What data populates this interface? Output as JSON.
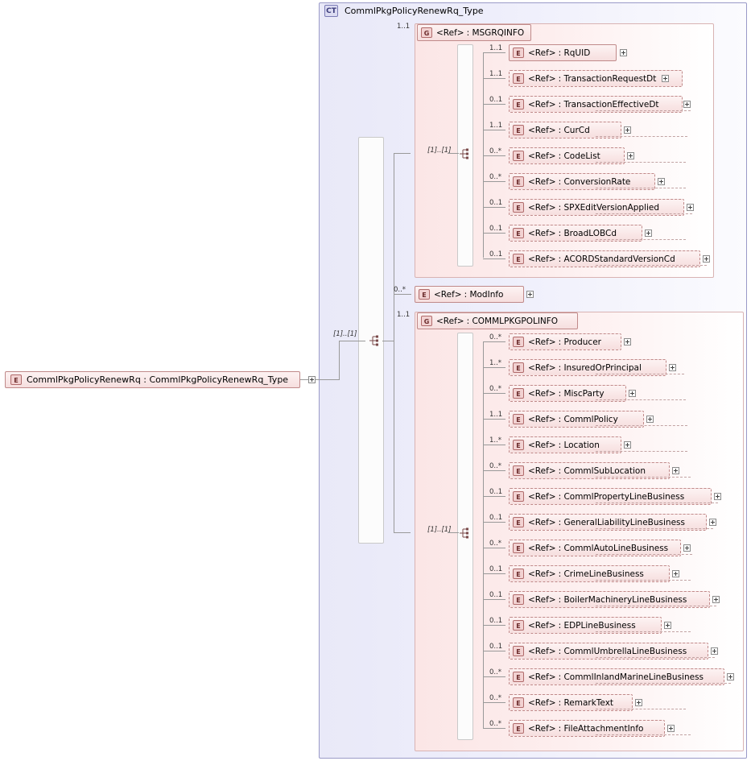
{
  "diagram": {
    "title": "CommlPkgPolicyRenewRq_Type",
    "ct_tag": "CT",
    "root": {
      "tag": "E",
      "label": "CommlPkgPolicyRenewRq  :  CommlPkgPolicyRenewRq_Type",
      "occurrence": ""
    },
    "sequence_occurrence": "[1]..[1]",
    "ref_label": "<Ref>",
    "groups": [
      {
        "id": "msgrqinfo",
        "tag": "G",
        "ref": "<Ref>",
        "name": ": MSGRQINFO",
        "occurrence": "1..1",
        "sequence_occurrence": "[1]..[1]",
        "children": [
          {
            "tag": "E",
            "ref": "<Ref>",
            "name": ": RqUID",
            "occurrence": "1..1",
            "style": "solid"
          },
          {
            "tag": "E",
            "ref": "<Ref>",
            "name": ": TransactionRequestDt",
            "occurrence": "1..1",
            "style": "dashed"
          },
          {
            "tag": "E",
            "ref": "<Ref>",
            "name": ": TransactionEffectiveDt",
            "occurrence": "0..1",
            "style": "dashed"
          },
          {
            "tag": "E",
            "ref": "<Ref>",
            "name": ": CurCd",
            "occurrence": "1..1",
            "style": "dashed"
          },
          {
            "tag": "E",
            "ref": "<Ref>",
            "name": ": CodeList",
            "occurrence": "0..*",
            "style": "dashed"
          },
          {
            "tag": "E",
            "ref": "<Ref>",
            "name": ": ConversionRate",
            "occurrence": "0..*",
            "style": "dashed"
          },
          {
            "tag": "E",
            "ref": "<Ref>",
            "name": ": SPXEditVersionApplied",
            "occurrence": "0..1",
            "style": "dashed"
          },
          {
            "tag": "E",
            "ref": "<Ref>",
            "name": ": BroadLOBCd",
            "occurrence": "0..1",
            "style": "dashed"
          },
          {
            "tag": "E",
            "ref": "<Ref>",
            "name": ": ACORDStandardVersionCd",
            "occurrence": "0..1",
            "style": "dashed"
          }
        ]
      },
      {
        "id": "commlpkgpolinfo",
        "tag": "G",
        "ref": "<Ref>",
        "name": ": COMMLPKGPOLINFO",
        "occurrence": "1..1",
        "sequence_occurrence": "[1]..[1]",
        "children": [
          {
            "tag": "E",
            "ref": "<Ref>",
            "name": ": Producer",
            "occurrence": "0..*",
            "style": "dashed"
          },
          {
            "tag": "E",
            "ref": "<Ref>",
            "name": ": InsuredOrPrincipal",
            "occurrence": "1..*",
            "style": "dashed"
          },
          {
            "tag": "E",
            "ref": "<Ref>",
            "name": ": MiscParty",
            "occurrence": "0..*",
            "style": "dashed"
          },
          {
            "tag": "E",
            "ref": "<Ref>",
            "name": ": CommlPolicy",
            "occurrence": "1..1",
            "style": "dashed"
          },
          {
            "tag": "E",
            "ref": "<Ref>",
            "name": ": Location",
            "occurrence": "1..*",
            "style": "dashed"
          },
          {
            "tag": "E",
            "ref": "<Ref>",
            "name": ": CommlSubLocation",
            "occurrence": "0..*",
            "style": "dashed"
          },
          {
            "tag": "E",
            "ref": "<Ref>",
            "name": ": CommlPropertyLineBusiness",
            "occurrence": "0..1",
            "style": "dashed"
          },
          {
            "tag": "E",
            "ref": "<Ref>",
            "name": ": GeneralLiabilityLineBusiness",
            "occurrence": "0..1",
            "style": "dashed"
          },
          {
            "tag": "E",
            "ref": "<Ref>",
            "name": ": CommlAutoLineBusiness",
            "occurrence": "0..*",
            "style": "dashed"
          },
          {
            "tag": "E",
            "ref": "<Ref>",
            "name": ": CrimeLineBusiness",
            "occurrence": "0..1",
            "style": "dashed"
          },
          {
            "tag": "E",
            "ref": "<Ref>",
            "name": ": BoilerMachineryLineBusiness",
            "occurrence": "0..1",
            "style": "dashed"
          },
          {
            "tag": "E",
            "ref": "<Ref>",
            "name": ": EDPLineBusiness",
            "occurrence": "0..1",
            "style": "dashed"
          },
          {
            "tag": "E",
            "ref": "<Ref>",
            "name": ": CommlUmbrellaLineBusiness",
            "occurrence": "0..1",
            "style": "dashed"
          },
          {
            "tag": "E",
            "ref": "<Ref>",
            "name": ": CommlInlandMarineLineBusiness",
            "occurrence": "0..*",
            "style": "dashed"
          },
          {
            "tag": "E",
            "ref": "<Ref>",
            "name": ": RemarkText",
            "occurrence": "0..*",
            "style": "dashed"
          },
          {
            "tag": "E",
            "ref": "<Ref>",
            "name": ": FileAttachmentInfo",
            "occurrence": "0..*",
            "style": "dashed"
          }
        ]
      }
    ],
    "standalone": {
      "tag": "E",
      "ref": "<Ref>",
      "name": ": ModInfo",
      "occurrence": "0..*",
      "style": "solid"
    },
    "colors": {
      "ct_border": "#9a9ac8",
      "ct_fill": "#e9e9f8",
      "group_border": "#d9b3b3",
      "group_fill": "#fbe6e6",
      "node_border": "#c08a8a",
      "node_fill": "#f6dede",
      "line": "#999999"
    }
  }
}
